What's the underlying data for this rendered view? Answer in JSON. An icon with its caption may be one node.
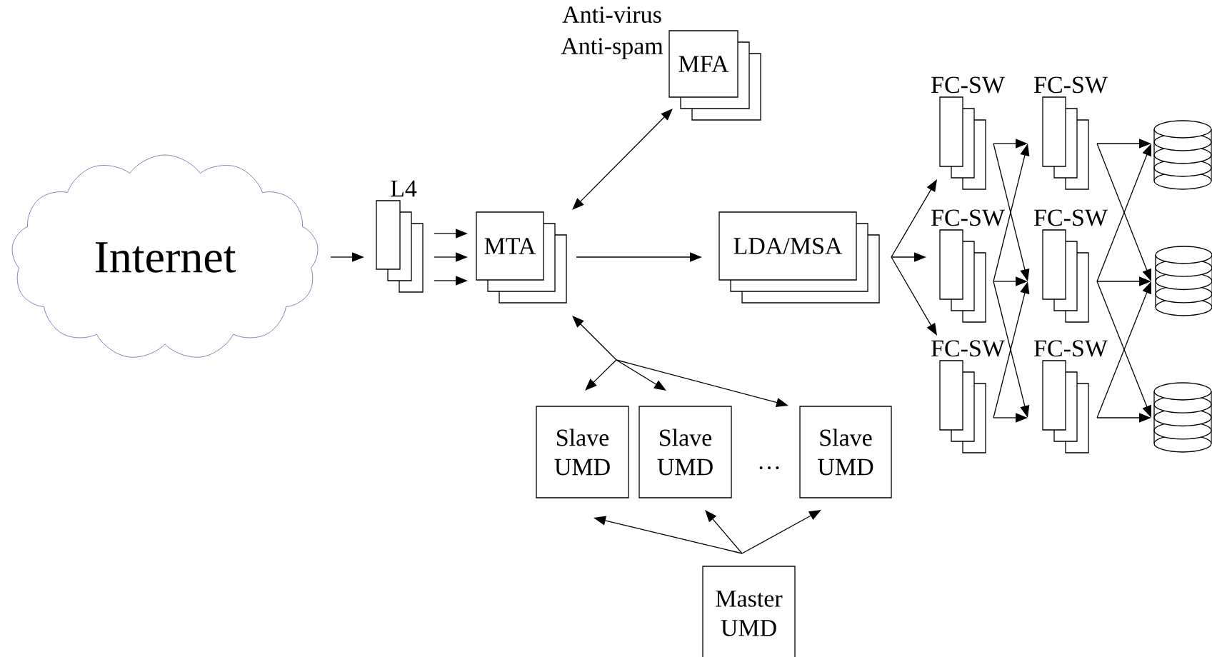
{
  "diagram": {
    "nodes": [
      {
        "text": [
          "Internet"
        ]
      },
      {
        "text": [
          "L4"
        ]
      },
      {
        "text": [
          "MTA"
        ]
      },
      {
        "text": [
          "MFA"
        ],
        "beside": [
          "Anti-virus Anti-spam"
        ]
      },
      {
        "text": [
          "LDA/MSA"
        ]
      },
      {
        "text": [
          "FC-SW"
        ]
      },
      {
        "text": [
          "FC-SW"
        ]
      },
      {
        "text": [
          "FC-SW"
        ]
      },
      {
        "text": [
          "FC-SW"
        ]
      },
      {
        "text": [
          "FC-SW"
        ]
      },
      {
        "text": [
          "FC-SW"
        ]
      },
      {
        "text": [],
        "shape": "cylinder"
      },
      {
        "text": [],
        "shape": "cylinder"
      },
      {
        "text": [],
        "shape": "cylinder"
      },
      {
        "text": [
          "Slave UMD"
        ]
      },
      {
        "text": [
          "Slave UMD"
        ]
      },
      {
        "text": [
          "Slave UMD"
        ]
      },
      {
        "text": [
          "Master UMD"
        ]
      }
    ],
    "edges": [
      {
        "from": 0,
        "to": 1,
        "arrow": "to"
      },
      {
        "from": 1,
        "to": 2,
        "arrow": "to"
      },
      {
        "from": 1,
        "to": 2,
        "arrow": "to"
      },
      {
        "from": 1,
        "to": 2,
        "arrow": "to"
      },
      {
        "from": 2,
        "to": 3,
        "arrow": "both"
      },
      {
        "from": 2,
        "to": 4,
        "arrow": "to"
      },
      {
        "from": 4,
        "to": 5,
        "arrow": "to"
      },
      {
        "from": 4,
        "to": 7,
        "arrow": "to"
      },
      {
        "from": 4,
        "to": 9,
        "arrow": "to"
      },
      {
        "from": 5,
        "to": 6,
        "arrow": "to"
      },
      {
        "from": 5,
        "to": 8,
        "arrow": "to"
      },
      {
        "from": 7,
        "to": 6,
        "arrow": "to"
      },
      {
        "from": 7,
        "to": 8,
        "arrow": "to"
      },
      {
        "from": 7,
        "to": 10,
        "arrow": "to"
      },
      {
        "from": 9,
        "to": 8,
        "arrow": "to"
      },
      {
        "from": 9,
        "to": 10,
        "arrow": "to"
      },
      {
        "from": 6,
        "to": 11,
        "arrow": "to"
      },
      {
        "from": 6,
        "to": 12,
        "arrow": "to"
      },
      {
        "from": 8,
        "to": 11,
        "arrow": "to"
      },
      {
        "from": 8,
        "to": 12,
        "arrow": "to"
      },
      {
        "from": 8,
        "to": 13,
        "arrow": "to"
      },
      {
        "from": 10,
        "to": 12,
        "arrow": "to"
      },
      {
        "from": 10,
        "to": 13,
        "arrow": "to"
      },
      {
        "from": 2,
        "to": 14,
        "arrow": "both"
      },
      {
        "from": 2,
        "to": 15,
        "arrow": "both"
      },
      {
        "from": 2,
        "to": 16,
        "arrow": "both"
      },
      {
        "from": 17,
        "to": 14,
        "arrow": "to"
      },
      {
        "from": 17,
        "to": 15,
        "arrow": "to"
      },
      {
        "from": 17,
        "to": 16,
        "arrow": "to"
      }
    ],
    "labels": [
      "…"
    ]
  }
}
